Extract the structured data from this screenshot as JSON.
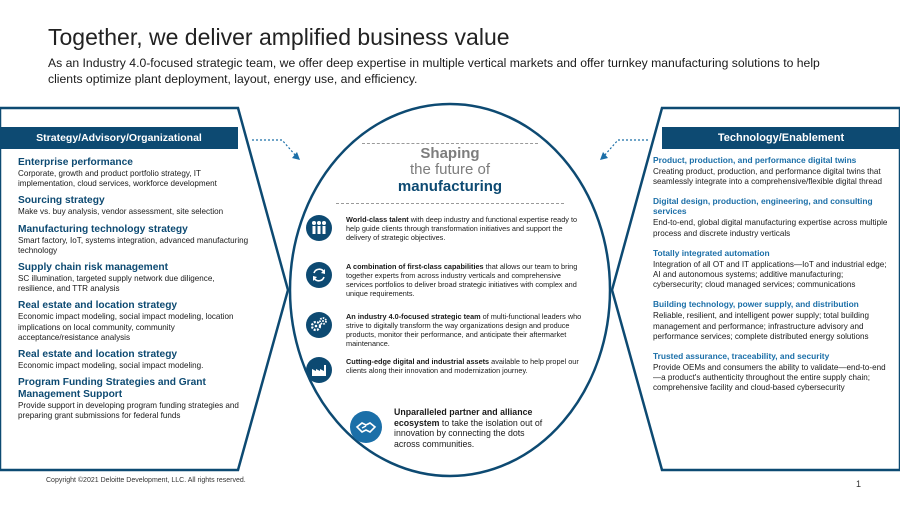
{
  "header": {
    "title": "Together, we deliver amplified business value",
    "subtitle": "As an Industry 4.0-focused strategic team, we offer deep expertise in multiple vertical markets and offer turnkey manufacturing solutions to help clients optimize plant deployment, layout, energy use, and efficiency."
  },
  "left_panel": {
    "heading": "Strategy/Advisory/Organizational",
    "sections": [
      {
        "title": "Enterprise performance",
        "text": "Corporate, growth and product portfolio strategy, IT implementation, cloud services, workforce development"
      },
      {
        "title": "Sourcing strategy",
        "text": "Make vs. buy analysis, vendor assessment, site selection"
      },
      {
        "title": "Manufacturing technology strategy",
        "text": "Smart factory, IoT, systems integration, advanced manufacturing technology"
      },
      {
        "title": "Supply chain risk management",
        "text": "SC illumination, targeted supply network due diligence, resilience, and TTR analysis"
      },
      {
        "title": "Real estate and location strategy",
        "text": "Economic impact modeling, social impact modeling, location implications on local community, community acceptance/resistance analysis"
      },
      {
        "title": "Real estate and location strategy",
        "text": "Economic impact modeling, social impact modeling."
      },
      {
        "title": "Program Funding Strategies and Grant Management Support",
        "text": "Provide support in developing program funding strategies and preparing grant submissions for federal funds"
      }
    ]
  },
  "center": {
    "title_line1": "Shaping",
    "title_line2": "the future of",
    "title_line3": "manufacturing",
    "items": [
      {
        "icon": "people-icon",
        "bold": "World-class talent",
        "text": " with deep industry and functional expertise ready to help guide clients through transformation initiatives and support the delivery of strategic objectives."
      },
      {
        "icon": "refresh-icon",
        "bold": "A combination of first-class capabilities",
        "text": " that allows our team to bring together experts from across industry verticals and comprehensive services portfolios to deliver broad strategic initiatives with complex and unique requirements."
      },
      {
        "icon": "gears-icon",
        "bold": "An industry 4.0-focused strategic team",
        "text": " of multi-functional leaders who strive to digitally transform the way organizations design and produce products, monitor their performance, and anticipate their aftermarket maintenance."
      },
      {
        "icon": "factory-icon",
        "bold": "Cutting-edge digital and industrial assets",
        "text": " available to help propel our clients along their innovation and modernization journey."
      }
    ],
    "partner": {
      "icon": "handshake-icon",
      "bold": "Unparalleled partner and alliance ecosystem",
      "text": " to take the isolation out of innovation by connecting the dots across communities."
    }
  },
  "right_panel": {
    "heading": "Technology/Enablement",
    "sections": [
      {
        "title": "Product, production, and performance digital twins",
        "text": "Creating product, production, and performance digital twins that  seamlessly integrate into a comprehensive/flexible digital thread"
      },
      {
        "title": "Digital design, production, engineering, and consulting services",
        "text": "End-to-end, global digital manufacturing expertise across multiple process and discrete industry verticals"
      },
      {
        "title": "Totally integrated automation",
        "text": "Integration of all OT and IT applications—IoT and industrial edge; AI and autonomous systems; additive manufacturing; cybersecurity; cloud managed services; communications"
      },
      {
        "title": "Building technology, power supply, and distribution",
        "text": "Reliable, resilient, and intelligent power supply; total building management and performance; infrastructure advisory and performance services; complete distributed energy solutions"
      },
      {
        "title": "Trusted assurance, traceability, and security",
        "text": "Provide OEMs and consumers the ability to validate—end-to-end—a product's authenticity throughout the entire supply chain; comprehensive facility and cloud-based cybersecurity"
      }
    ]
  },
  "footer": {
    "copyright": "Copyright ©2021 Deloitte Development, LLC. All rights reserved.",
    "page_number": "1"
  },
  "colors": {
    "navy": "#0d4a72",
    "accent_blue": "#1b6fa8"
  }
}
